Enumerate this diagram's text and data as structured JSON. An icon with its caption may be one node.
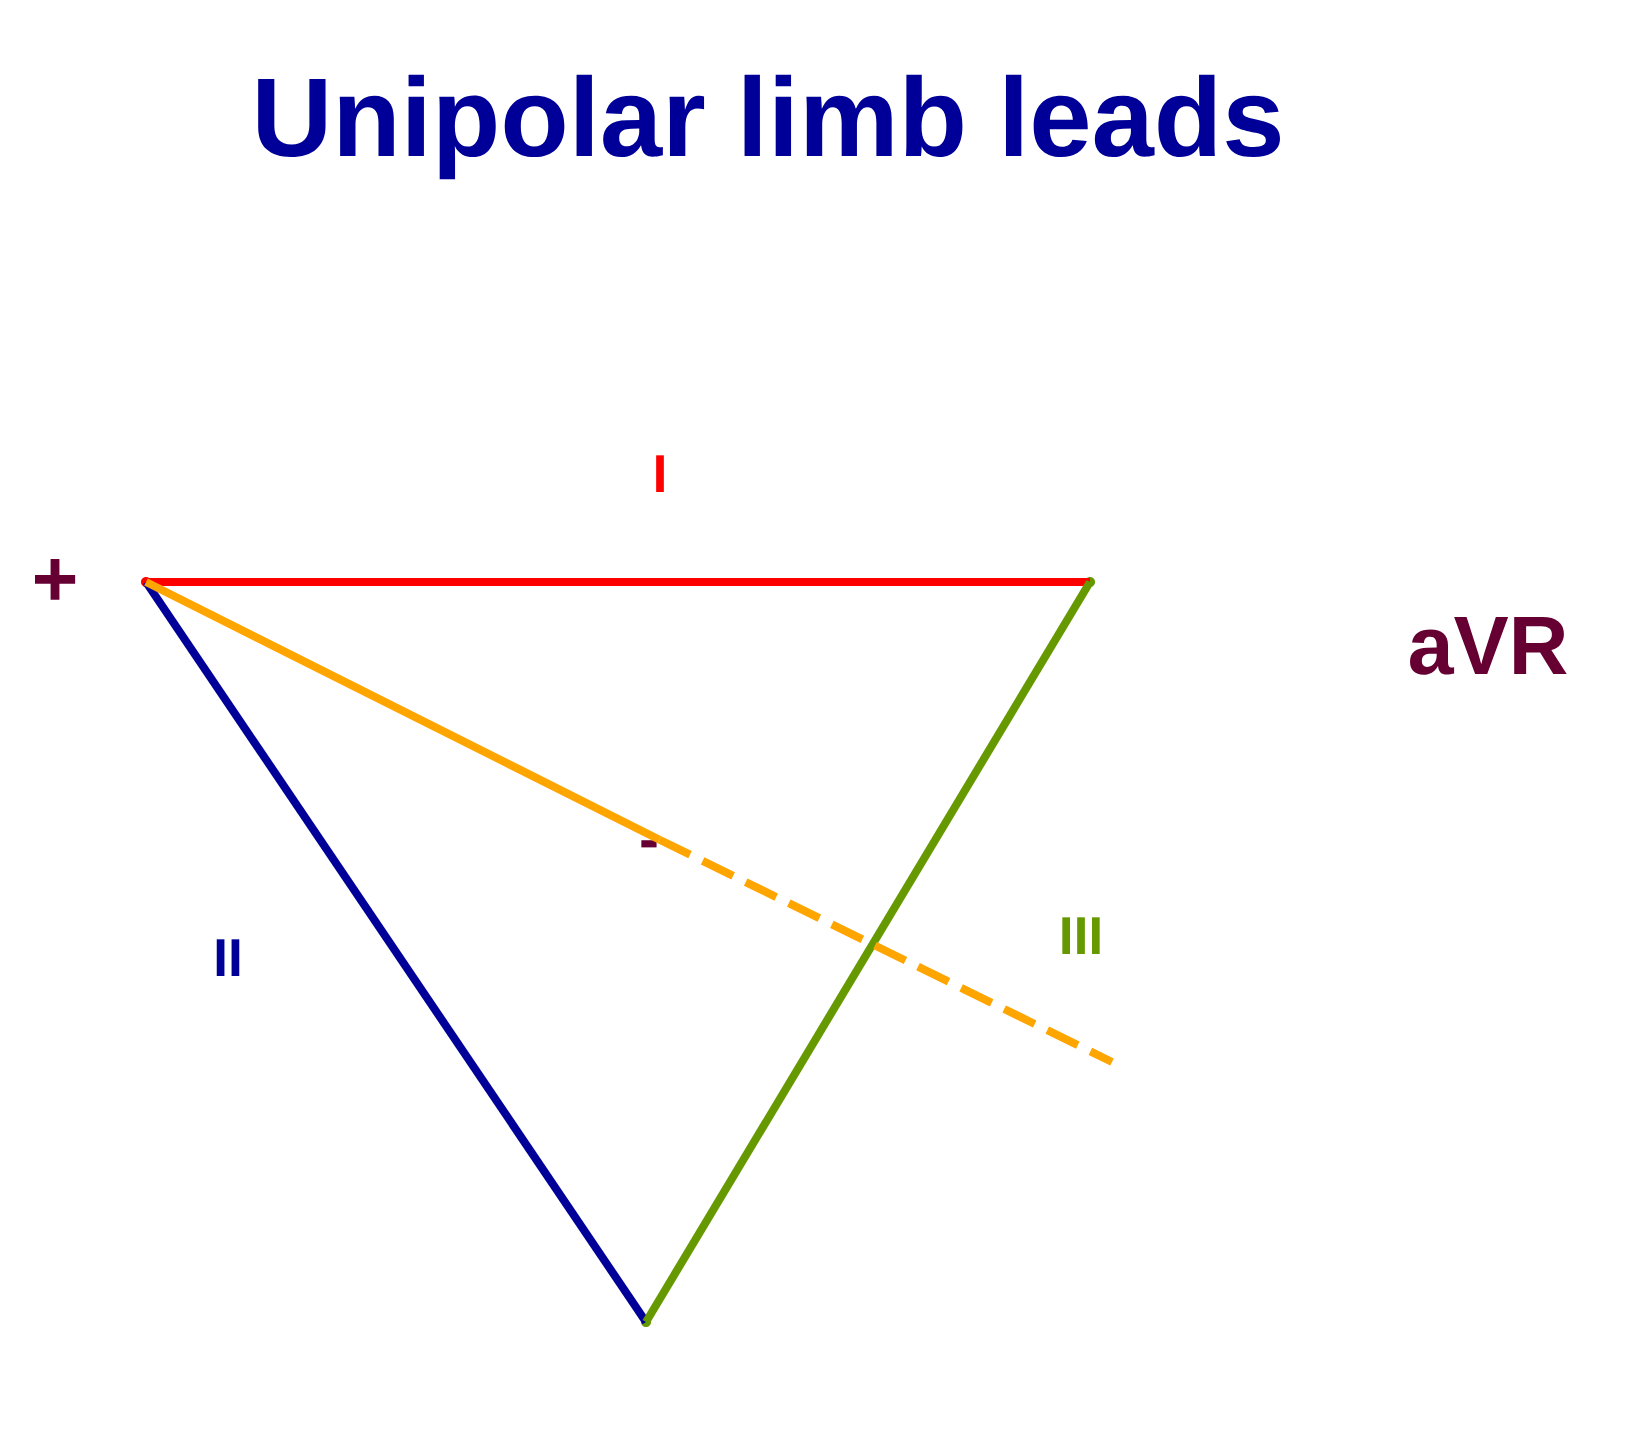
{
  "diagram": {
    "title": "Unipolar limb leads",
    "nodes": [
      {
        "text": [],
        "shape": "vertex",
        "beside": [
          "+"
        ]
      },
      {
        "text": [],
        "shape": "vertex"
      },
      {
        "text": [
          "-"
        ]
      },
      {
        "text": [],
        "shape": "vertex"
      }
    ],
    "edges": [
      {
        "from": 0,
        "to": 1,
        "arrow": "none",
        "label": "I",
        "color": "#ff0000"
      },
      {
        "from": 0,
        "to": 3,
        "arrow": "none",
        "label": "II",
        "color": "#000099"
      },
      {
        "from": 1,
        "to": 3,
        "arrow": "none",
        "label": "III",
        "color": "#669900"
      },
      {
        "from": 0,
        "to": 2,
        "arrow": "none",
        "color": "#ffa500"
      },
      {
        "from": 2,
        "to": null,
        "arrow": "none",
        "style": "dashed",
        "color": "#ffa500"
      }
    ],
    "labels": [
      "aVR"
    ]
  }
}
